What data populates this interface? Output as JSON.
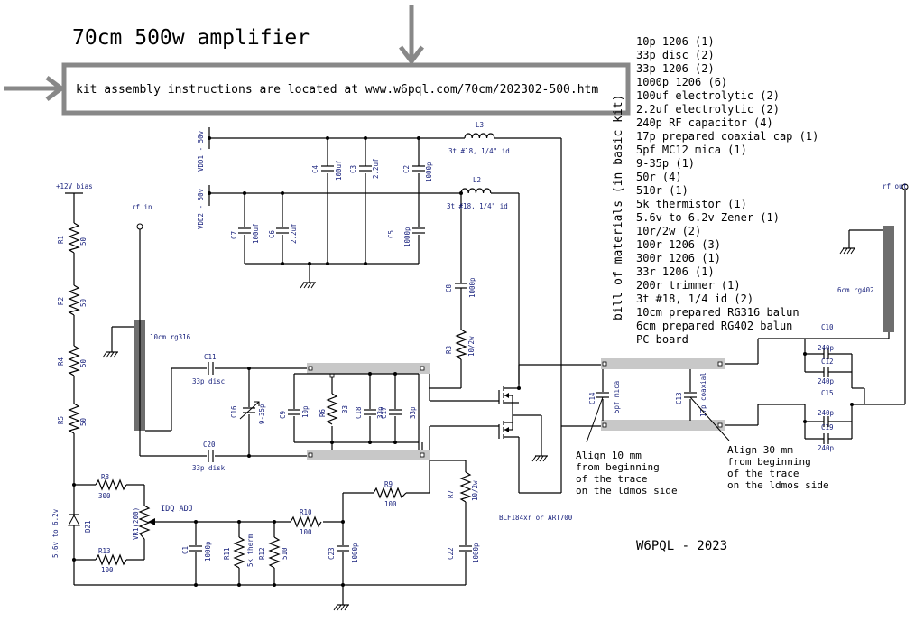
{
  "title": "70cm 500w amplifier",
  "instructions": "kit assembly instructions are located at www.w6pql.com/70cm/202302-500.htm",
  "bom_label": "bill of materials (in basic kit)",
  "bom": [
    "10p 1206 (1)",
    "33p disc (2)",
    "33p 1206 (2)",
    "1000p 1206 (6)",
    "100uf electrolytic (2)",
    "2.2uf electrolytic (2)",
    "240p RF capacitor (4)",
    "17p prepared coaxial cap (1)",
    "5pf MC12 mica (1)",
    "9-35p (1)",
    "50r (4)",
    "510r (1)",
    "5k thermistor (1)",
    "5.6v to 6.2v Zener (1)",
    "10r/2w (2)",
    "100r 1206 (3)",
    "300r 1206 (1)",
    "33r 1206 (1)",
    "200r trimmer (1)",
    "3t #18, 1/4  id (2)",
    "10cm prepared RG316 balun",
    "6cm prepared RG402 balun",
    "PC board"
  ],
  "footer": "W6PQL - 2023",
  "notes": {
    "align10": [
      "Align 10 mm",
      "from beginning",
      "of the trace",
      "on the ldmos side"
    ],
    "align30": [
      "Align 30 mm",
      "from beginning",
      "of the trace",
      "on the ldmos side"
    ]
  },
  "labels": {
    "bias": "+12V bias",
    "rf_in": "rf in",
    "rf_out": "rf out",
    "vdd1": "VDD1 - 50v",
    "vdd2": "VDD2 - 50v",
    "coax_in": "10cm rg316",
    "coax_out": "6cm rg402",
    "transistor": "BLF184xr or ART700",
    "idq": "IDQ ADJ",
    "zener": "5.6v to 6.2v"
  },
  "parts": {
    "L3": {
      "ref": "L3",
      "value": "3t #18, 1/4\" id"
    },
    "L2": {
      "ref": "L2",
      "value": "3t #18, 1/4\" id"
    },
    "C4": {
      "ref": "C4",
      "value": "100uf"
    },
    "C3": {
      "ref": "C3",
      "value": "2.2uf"
    },
    "C2": {
      "ref": "C2",
      "value": "1000p"
    },
    "C7": {
      "ref": "C7",
      "value": "100uf"
    },
    "C6": {
      "ref": "C6",
      "value": "2.2uf"
    },
    "C5": {
      "ref": "C5",
      "value": "1000p"
    },
    "C8": {
      "ref": "C8",
      "value": "1000p"
    },
    "R3": {
      "ref": "R3",
      "value": "10/2w"
    },
    "R7": {
      "ref": "R7",
      "value": "10/2w"
    },
    "C11": {
      "ref": "C11",
      "value": "33p disc"
    },
    "C20": {
      "ref": "C20",
      "value": "33p disk"
    },
    "C16": {
      "ref": "C16",
      "value": "9-35p"
    },
    "C9": {
      "ref": "C9",
      "value": "10p"
    },
    "R6": {
      "ref": "R6",
      "value": "33"
    },
    "C18": {
      "ref": "C18",
      "value": "33p"
    },
    "C17": {
      "ref": "C17",
      "value": "33p"
    },
    "C14": {
      "ref": "C14",
      "value": "5pf mica"
    },
    "C13": {
      "ref": "C13",
      "value": "17p coaxial"
    },
    "C10": {
      "ref": "C10",
      "value": "240p"
    },
    "C12": {
      "ref": "C12",
      "value": "240p"
    },
    "C15": {
      "ref": "C15",
      "value": "240p"
    },
    "C19": {
      "ref": "C19",
      "value": "240p"
    },
    "R1": {
      "ref": "R1",
      "value": "50"
    },
    "R2": {
      "ref": "R2",
      "value": "50"
    },
    "R4": {
      "ref": "R4",
      "value": "50"
    },
    "R5": {
      "ref": "R5",
      "value": "50"
    },
    "R8": {
      "ref": "R8",
      "value": "300"
    },
    "R13": {
      "ref": "R13",
      "value": "100"
    },
    "VR1": {
      "ref": "VR1(200)"
    },
    "DZ1": {
      "ref": "DZ1"
    },
    "C1": {
      "ref": "C1",
      "value": "1000p"
    },
    "R11": {
      "ref": "R11",
      "value": "5k therm"
    },
    "R12": {
      "ref": "R12",
      "value": "510"
    },
    "R10": {
      "ref": "R10",
      "value": "100"
    },
    "R9": {
      "ref": "R9",
      "value": "100"
    },
    "C23": {
      "ref": "C23",
      "value": "1000p"
    },
    "C22": {
      "ref": "C22",
      "value": "1000p"
    }
  }
}
